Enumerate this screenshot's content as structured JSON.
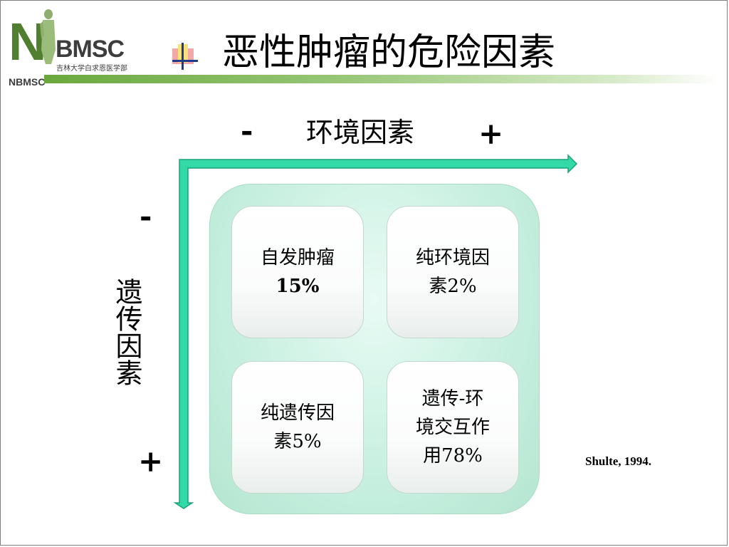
{
  "logo": {
    "letter": "N",
    "name": "BMSC",
    "subtitle": "吉林大学白求恩医学部",
    "small": "NBMSC"
  },
  "slide": {
    "title": "恶性肿瘤的危险因素"
  },
  "axes": {
    "environment": {
      "label": "环境因素",
      "minus": "-",
      "plus": "+"
    },
    "genetic": {
      "label": "遗传因素",
      "minus": "-",
      "plus": "+"
    }
  },
  "quadrants": {
    "top_left": {
      "line1": "自发肿瘤",
      "line2": "15%"
    },
    "top_right": {
      "line1": "纯环境因",
      "line2": "素2%"
    },
    "bottom_left": {
      "line1": "纯遗传因",
      "line2": "素5%"
    },
    "bottom_right": {
      "line1": "遗传-环",
      "line2": "境交互作",
      "line3": "用78%"
    }
  },
  "citation": "Shulte, 1994.",
  "colors": {
    "arrow": "#33d9a6",
    "arrow_border": "#1aa37a",
    "brand_green": "#4f7f2f"
  }
}
